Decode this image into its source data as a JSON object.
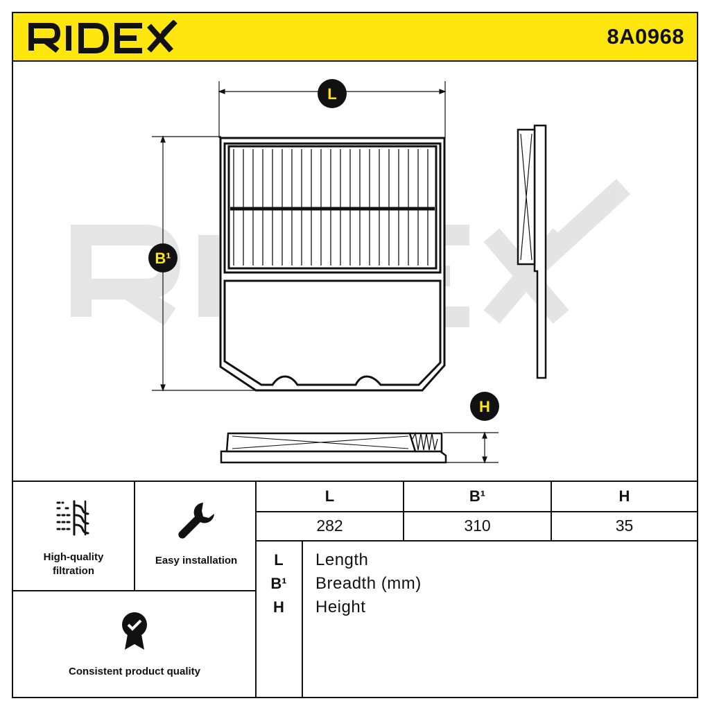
{
  "brand": {
    "name": "RIDEX",
    "accent_color": "#ffe60f"
  },
  "part_number": "8A0968",
  "markers": {
    "L": "L",
    "B": "B¹",
    "H": "H"
  },
  "features": [
    {
      "icon": "filtration-icon",
      "label_line1": "High-quality",
      "label_line2": "filtration"
    },
    {
      "icon": "wrench-icon",
      "label_line1": "Easy installation"
    },
    {
      "icon": "quality-badge-icon",
      "label_line1": "Consistent product quality"
    }
  ],
  "dimensions": {
    "headers": [
      "L",
      "B¹",
      "H"
    ],
    "values": [
      "282",
      "310",
      "35"
    ]
  },
  "legend": [
    {
      "key": "L",
      "value": "Length"
    },
    {
      "key": "B¹",
      "value": "Breadth (mm)"
    },
    {
      "key": "H",
      "value": "Height"
    }
  ]
}
